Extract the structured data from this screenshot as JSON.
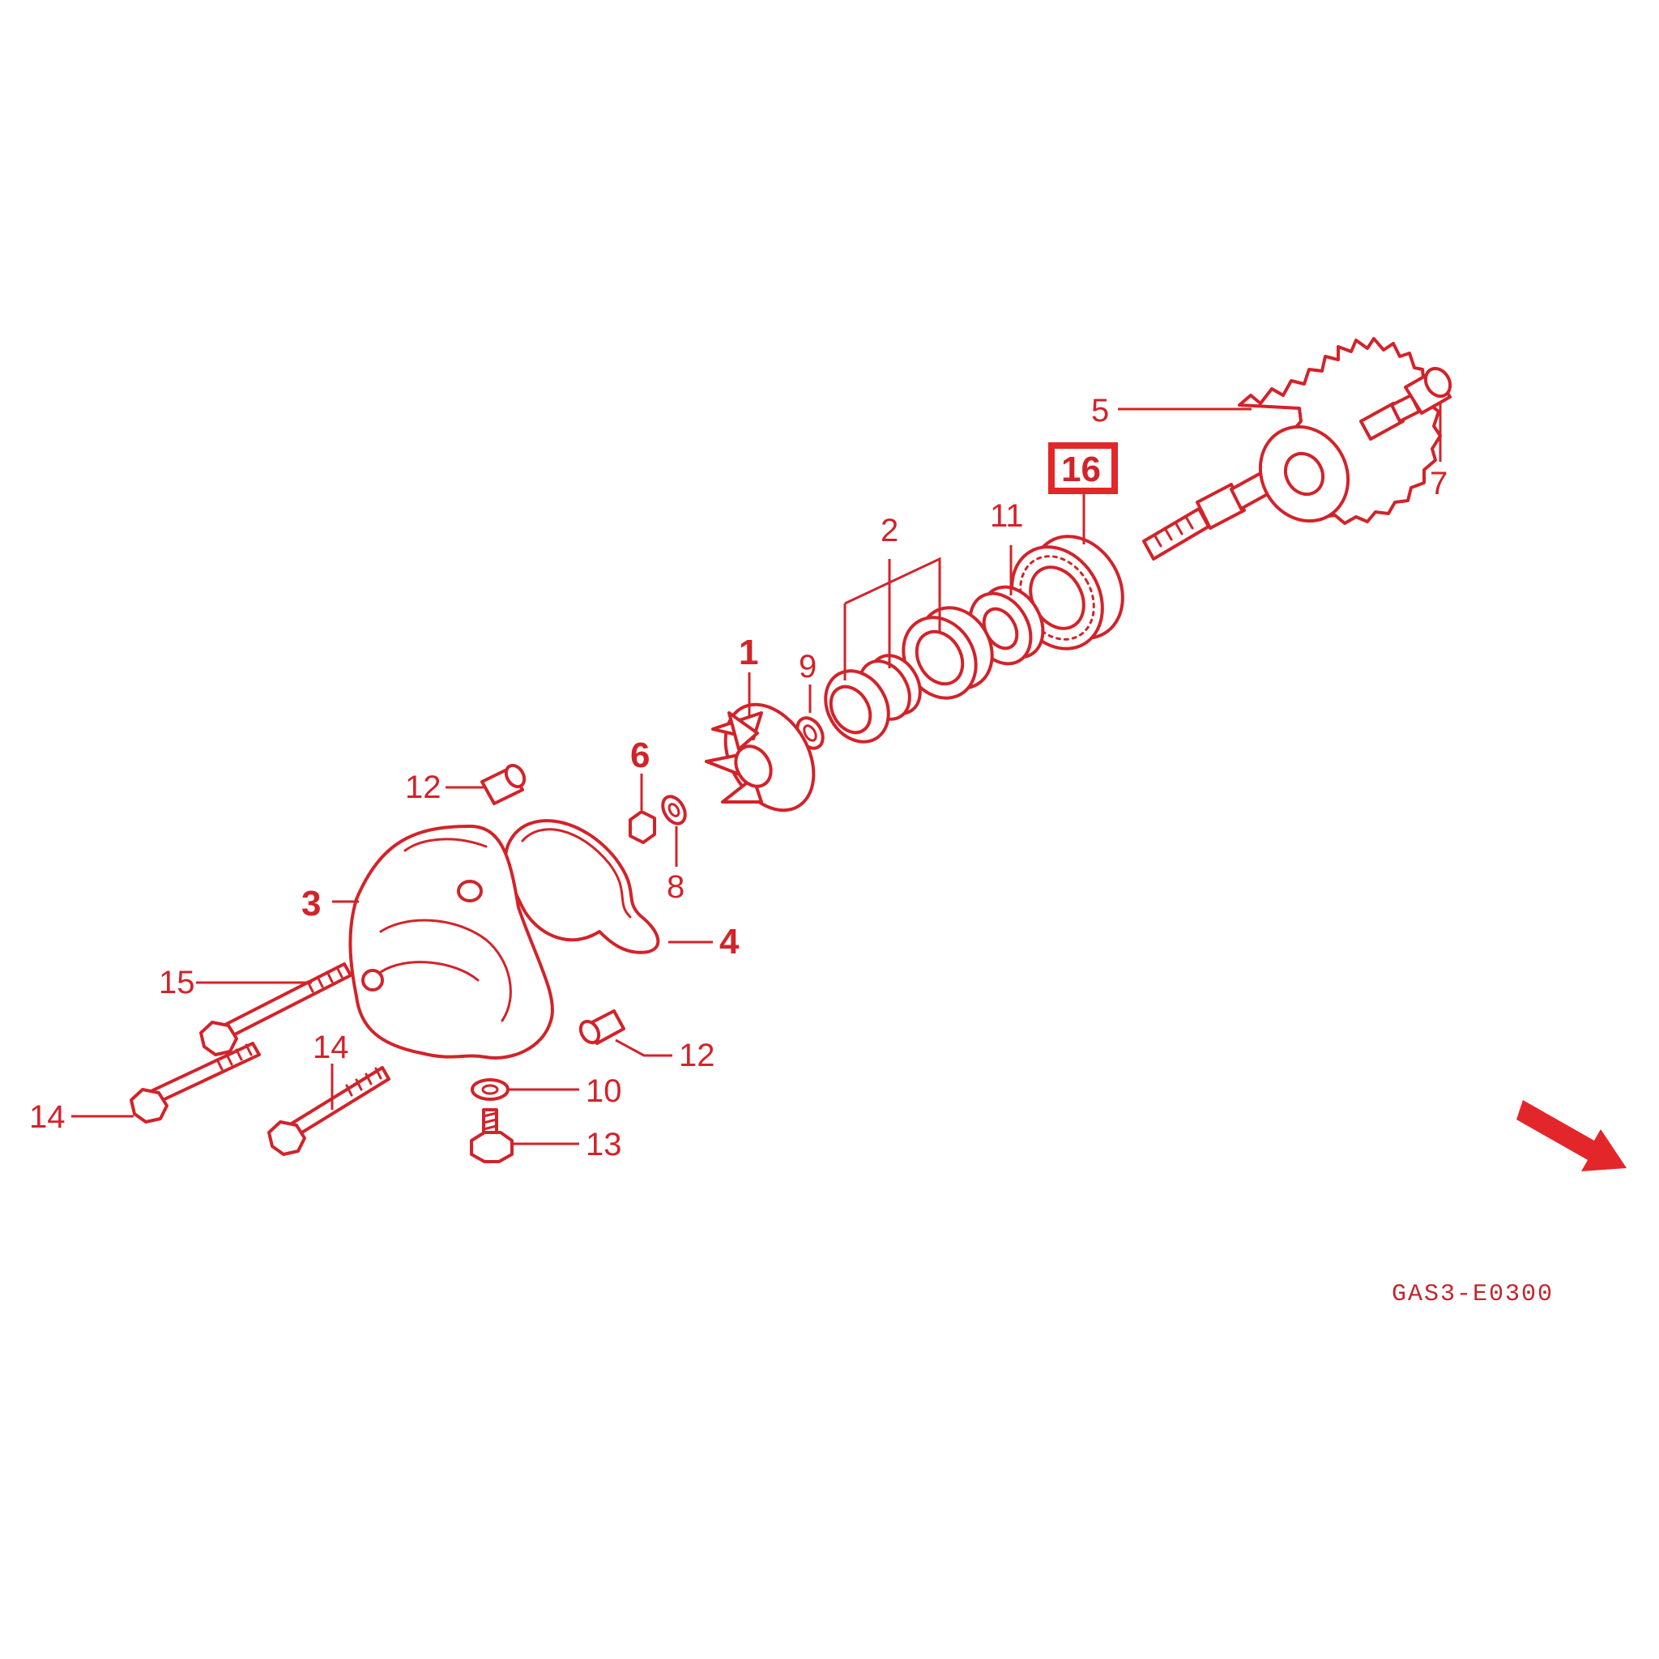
{
  "diagram_code": "GAS3-E0300",
  "highlighted_label": "16",
  "highlight_color": "#d2232a",
  "line_color": "#d2232a",
  "direction_arrow_icon": "front-direction-arrow",
  "callouts": {
    "c1": "1",
    "c2": "2",
    "c3": "3",
    "c4": "4",
    "c5": "5",
    "c6": "6",
    "c7": "7",
    "c8": "8",
    "c9": "9",
    "c10": "10",
    "c11": "11",
    "c12a": "12",
    "c12b": "12",
    "c13": "13",
    "c14a": "14",
    "c14b": "14",
    "c15": "15",
    "c16": "16"
  }
}
